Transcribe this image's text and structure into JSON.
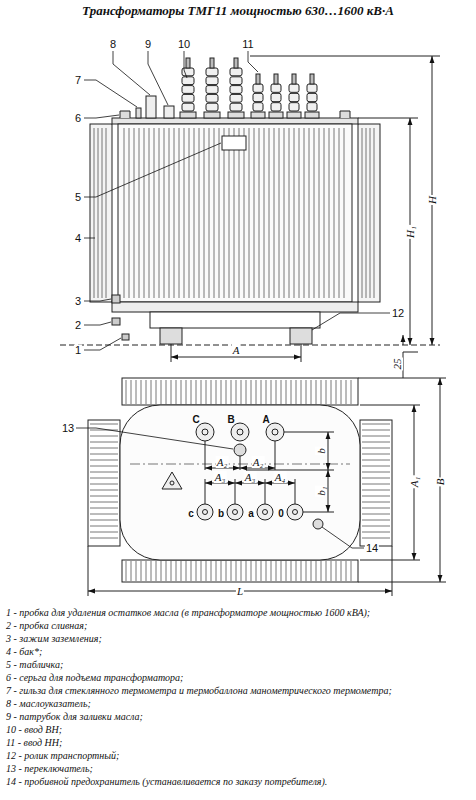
{
  "diagram": {
    "title": "Трансформаторы ТМГ11 мощностью 630…1600 кВ·А",
    "labels": [
      "1",
      "2",
      "3",
      "4",
      "5",
      "6",
      "7",
      "8",
      "9",
      "10",
      "11",
      "12",
      "13",
      "14",
      "A",
      "H",
      "H₁",
      "25",
      "C",
      "B",
      "A",
      "A₂",
      "A₂",
      "A₃",
      "A₃",
      "A₄",
      "c",
      "b",
      "a",
      "0",
      "b",
      "b₁",
      "A₁",
      "B",
      "L",
      "1 - пробка для удаления остатков масла (в трансформаторе мощностью 1600 кВА);",
      "2 - пробка сливная;",
      "3 - зажим заземления;",
      "4 - бак*;",
      "5 - табличка;",
      "6 - серьга для подъема трансформатора;",
      "7 - гильза для стеклянного термометра и термобаллона манометрического термометра;",
      "8 - маслоуказатель;",
      "9 - патрубок для заливки масла;",
      "10 - ввод ВН;",
      "11 - ввод НН;",
      "12 - ролик транспортный;",
      "13 - переключатель;",
      "14 - пробивной предохранитель (устанавливается по заказу потребителя)."
    ]
  }
}
